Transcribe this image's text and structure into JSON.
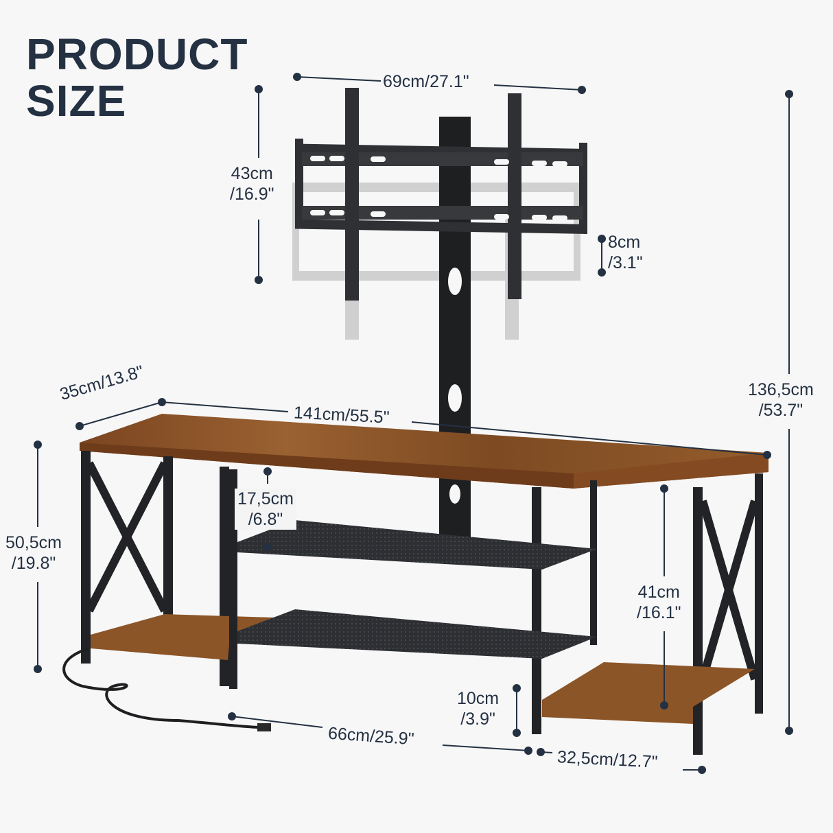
{
  "title": {
    "line1": "PRODUCT",
    "line2": "SIZE"
  },
  "colors": {
    "text": "#243142",
    "wood": "#8a5428",
    "metal": "#2b2b2d",
    "background": "#f7f7f8"
  },
  "dimensions": {
    "mount_width": {
      "cm": "69cm/27.1\""
    },
    "mount_height": {
      "cm": "43cm",
      "inch": "/16.9\""
    },
    "mount_adjust": {
      "cm": "8cm",
      "inch": "/3.1\""
    },
    "total_height": {
      "cm": "136,5cm",
      "inch": "/53.7\""
    },
    "depth": {
      "cm": "35cm/13.8\""
    },
    "width": {
      "cm": "141cm/55.5\""
    },
    "cabinet_height": {
      "cm": "50,5cm",
      "inch": "/19.8\""
    },
    "shelf_gap": {
      "cm": "17,5cm",
      "inch": "/6.8\""
    },
    "side_shelf_height": {
      "cm": "41cm",
      "inch": "/16.1\""
    },
    "leg_clearance": {
      "cm": "10cm",
      "inch": "/3.9\""
    },
    "middle_width": {
      "cm": "66cm/25.9\""
    },
    "side_width": {
      "cm": "32,5cm/12.7\""
    }
  }
}
